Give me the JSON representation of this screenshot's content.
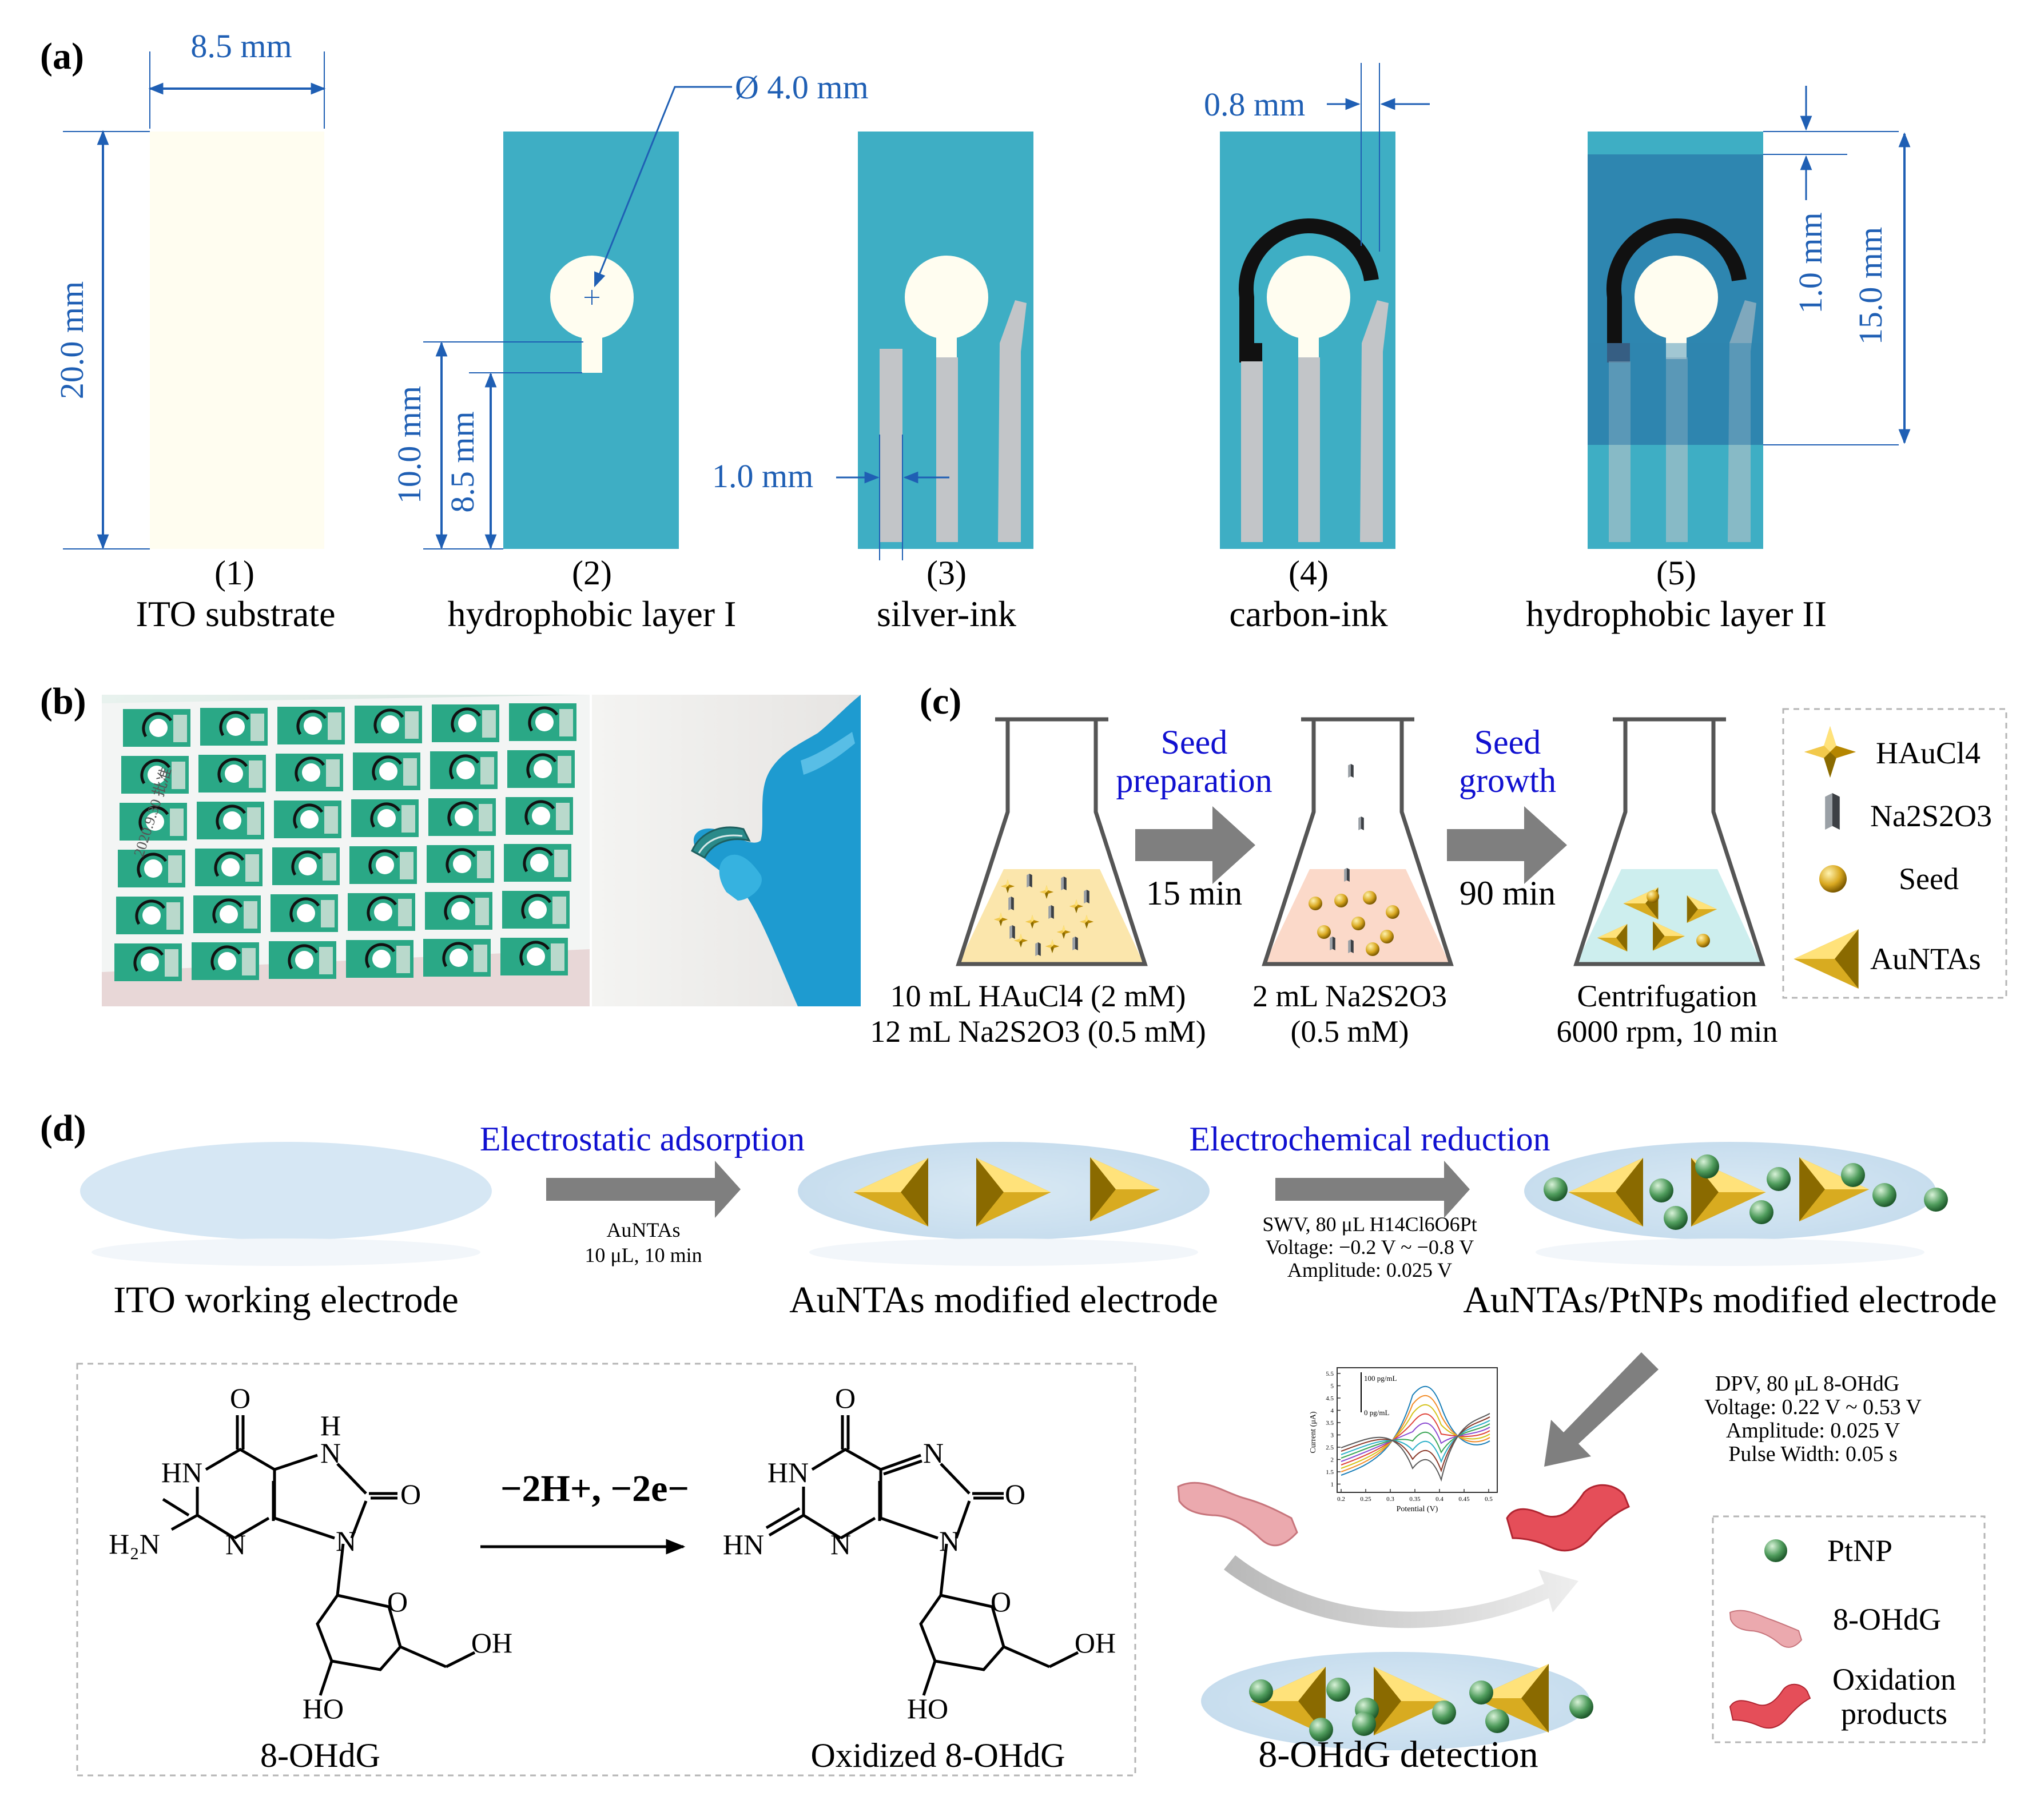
{
  "colors": {
    "dimension": "#1f5fb4",
    "blue_title": "#1010d0",
    "layer_cyan": "#3eaec4",
    "layer_dark": "#2f8fb4",
    "silver": "#c2c5c8",
    "ito": "#fffdf0",
    "arrow_gray": "#7f7f7f",
    "gold": "#c9a000",
    "ptnp": "#3c8a50",
    "analyte_pink": "#e8a3a8",
    "oxidized_red": "#d83a45"
  },
  "panel_a": {
    "label": "(a)",
    "dims": {
      "width": "8.5 mm",
      "diameter": "Ø 4.0 mm",
      "carbon_gap": "0.8 mm",
      "height": "20.0 mm",
      "h10": "10.0 mm",
      "h85": "8.5 mm",
      "trace_width": "1.0 mm",
      "top_gap": "1.0 mm",
      "h15": "15.0 mm"
    },
    "steps": [
      {
        "num": "(1)",
        "name": "ITO substrate"
      },
      {
        "num": "(2)",
        "name": "hydrophobic layer I"
      },
      {
        "num": "(3)",
        "name": "silver-ink"
      },
      {
        "num": "(4)",
        "name": "carbon-ink"
      },
      {
        "num": "(5)",
        "name": "hydrophobic layer II"
      }
    ]
  },
  "panel_b": {
    "label": "(b)",
    "sheet_label": "2020.9.30 批准"
  },
  "panel_c": {
    "label": "(c)",
    "arrow1": {
      "title_line1": "Seed",
      "title_line2": "preparation",
      "time": "15 min"
    },
    "arrow2": {
      "title_line1": "Seed",
      "title_line2": "growth",
      "time": "90 min"
    },
    "flask1": {
      "line1": "10 mL HAuCl4 (2 mM)",
      "line2": "12 mL Na2S2O3 (0.5 mM)"
    },
    "flask2": {
      "line1": "2 mL Na2S2O3",
      "line2": "(0.5 mM)"
    },
    "flask3": {
      "line1": "Centrifugation",
      "line2": "6000 rpm, 10 min"
    },
    "legend": [
      "HAuCl4",
      "Na2S2O3",
      "Seed",
      "AuNTAs"
    ]
  },
  "panel_d": {
    "label": "(d)",
    "step1_title": "Electrostatic adsorption",
    "step1_cond": [
      "AuNTAs",
      "10 μL, 10 min"
    ],
    "step2_title": "Electrochemical reduction",
    "step2_cond": [
      "SWV, 80 μL H14Cl6O6Pt",
      "Voltage: −0.2 V ~ −0.8 V",
      "Amplitude: 0.025 V"
    ],
    "electrode1": "ITO working electrode",
    "electrode2": "AuNTAs modified electrode",
    "electrode3": "AuNTAs/PtNPs modified electrode",
    "dpv_cond": [
      "DPV, 80 μL 8-OHdG",
      "Voltage: 0.22 V ~ 0.53 V",
      "Amplitude: 0.025 V",
      "Pulse Width: 0.05 s"
    ],
    "detection": "8-OHdG detection",
    "reaction": "−2H+, −2e−",
    "mol1_name": "8-OHdG",
    "mol2_name": "Oxidized 8-OHdG",
    "legend": [
      "PtNP",
      "8-OHdG",
      "Oxidation",
      "products"
    ],
    "inset": {
      "xlabel": "Potential (V)",
      "ylabel": "Current (μA)",
      "top_label": "100 pg/mL",
      "bottom_label": "0 pg/mL",
      "xticks": [
        "0.2",
        "0.25",
        "0.3",
        "0.35",
        "0.4",
        "0.45",
        "0.5"
      ],
      "yticks": [
        "5.5",
        "5",
        "4.5",
        "4",
        "3.5",
        "3",
        "2.5",
        "2",
        "1.5",
        "1"
      ]
    }
  }
}
